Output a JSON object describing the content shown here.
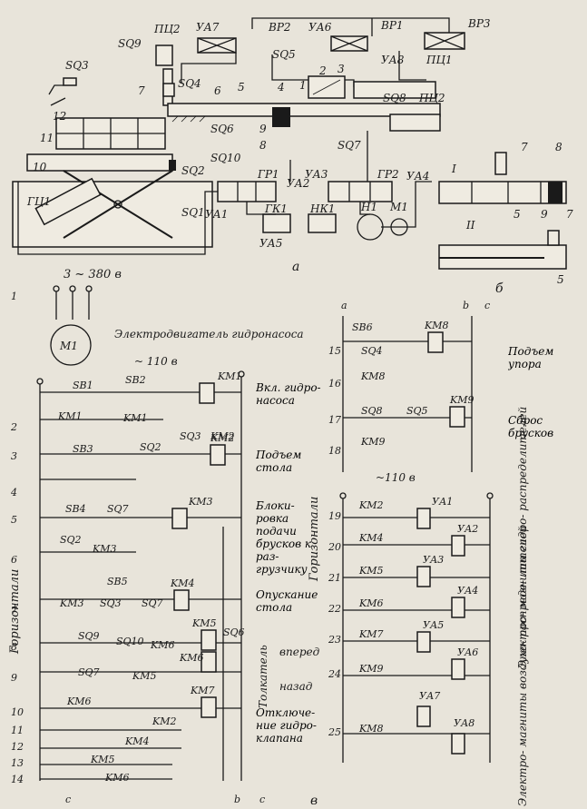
{
  "scheme_a": {
    "labels": [
      "ПЦ2",
      "УА7",
      "ВР2",
      "УА6",
      "ВР1",
      "ВР3",
      "SQ9",
      "SQ5",
      "УА8",
      "ПЦ1",
      "SQ3",
      "2",
      "3",
      "1",
      "7",
      "SQ4",
      "6",
      "5",
      "4",
      "12",
      "SQ8",
      "ПЦ2",
      "11",
      "9",
      "SQ6",
      "8",
      "SQ10",
      "SQ7",
      "10",
      "SQ2",
      "ГЦ1",
      "SQ1",
      "ГР1",
      "УА2",
      "УА3",
      "ГР2",
      "УА4",
      "Н1",
      "М1",
      "УА1",
      "ГК1",
      "НК1",
      "УА5"
    ],
    "caption": "а"
  },
  "scheme_b": {
    "labels": [
      "7",
      "8",
      "I",
      "5",
      "9",
      "7",
      "II",
      "5"
    ],
    "caption": "б"
  },
  "scheme_v": {
    "supply_top": "3 ~ 380 в",
    "motor_symbol": "М1",
    "motor_label": "Электродвигатель гидронасоса",
    "control_voltage": "~ 110 в",
    "control_voltage_right": "~110 в",
    "rung_numbers_left": [
      "1",
      "2",
      "3",
      "4",
      "5",
      "6",
      "7",
      "8",
      "9",
      "10",
      "11",
      "12",
      "13",
      "14"
    ],
    "rung_numbers_right": [
      "15",
      "16",
      "17",
      "18",
      "19",
      "20",
      "21",
      "22",
      "23",
      "24",
      "25"
    ],
    "contacts": [
      "SB1",
      "SB2",
      "KM1",
      "KM1",
      "SB3",
      "SQ2",
      "SQ3",
      "KM2",
      "SB4",
      "SQ7",
      "SQ2",
      "KM3",
      "SB5",
      "KM3",
      "SQ3",
      "SQ7",
      "SQ9",
      "SQ10",
      "KM6",
      "SQ6",
      "SQ7",
      "KM5",
      "KM6",
      "KM2",
      "KM4",
      "KM5",
      "KM6",
      "SB6",
      "SQ4",
      "KM8",
      "SQ8",
      "SQ5",
      "KM9",
      "KM2",
      "KM4",
      "KM5",
      "KM6",
      "KM7",
      "KM9",
      "KM8"
    ],
    "coils": [
      "KM1",
      "KM2",
      "KM3",
      "KM4",
      "KM5",
      "KM6",
      "KM7",
      "KM8",
      "KM9"
    ],
    "solenoids": [
      "УА1",
      "УА2",
      "УА3",
      "УА4",
      "УА5",
      "УА6",
      "УА7",
      "УА8"
    ],
    "functions": {
      "f1": "Вкл. гидро- насоса",
      "f2": "Подъем стола",
      "f3": "Блоки- ровка подачи брусков к раз- грузчику",
      "f4": "Опускание стола",
      "f5": "Толкатель",
      "f5a": "вперед",
      "f5b": "назад",
      "f6": "Отключе- ние гидро- клапана",
      "f7": "Подъем упора",
      "f8": "Сброс брусков",
      "f9": "Электро- магниты гидро- распределителей",
      "f10": "Электро- магниты воздухо- распреде- лителей"
    },
    "vertical_left": "Горизонтали",
    "vertical_right": "Горизонтали",
    "bus_letters": [
      "а",
      "b",
      "c",
      "b",
      "c",
      "c"
    ],
    "caption": "в"
  }
}
